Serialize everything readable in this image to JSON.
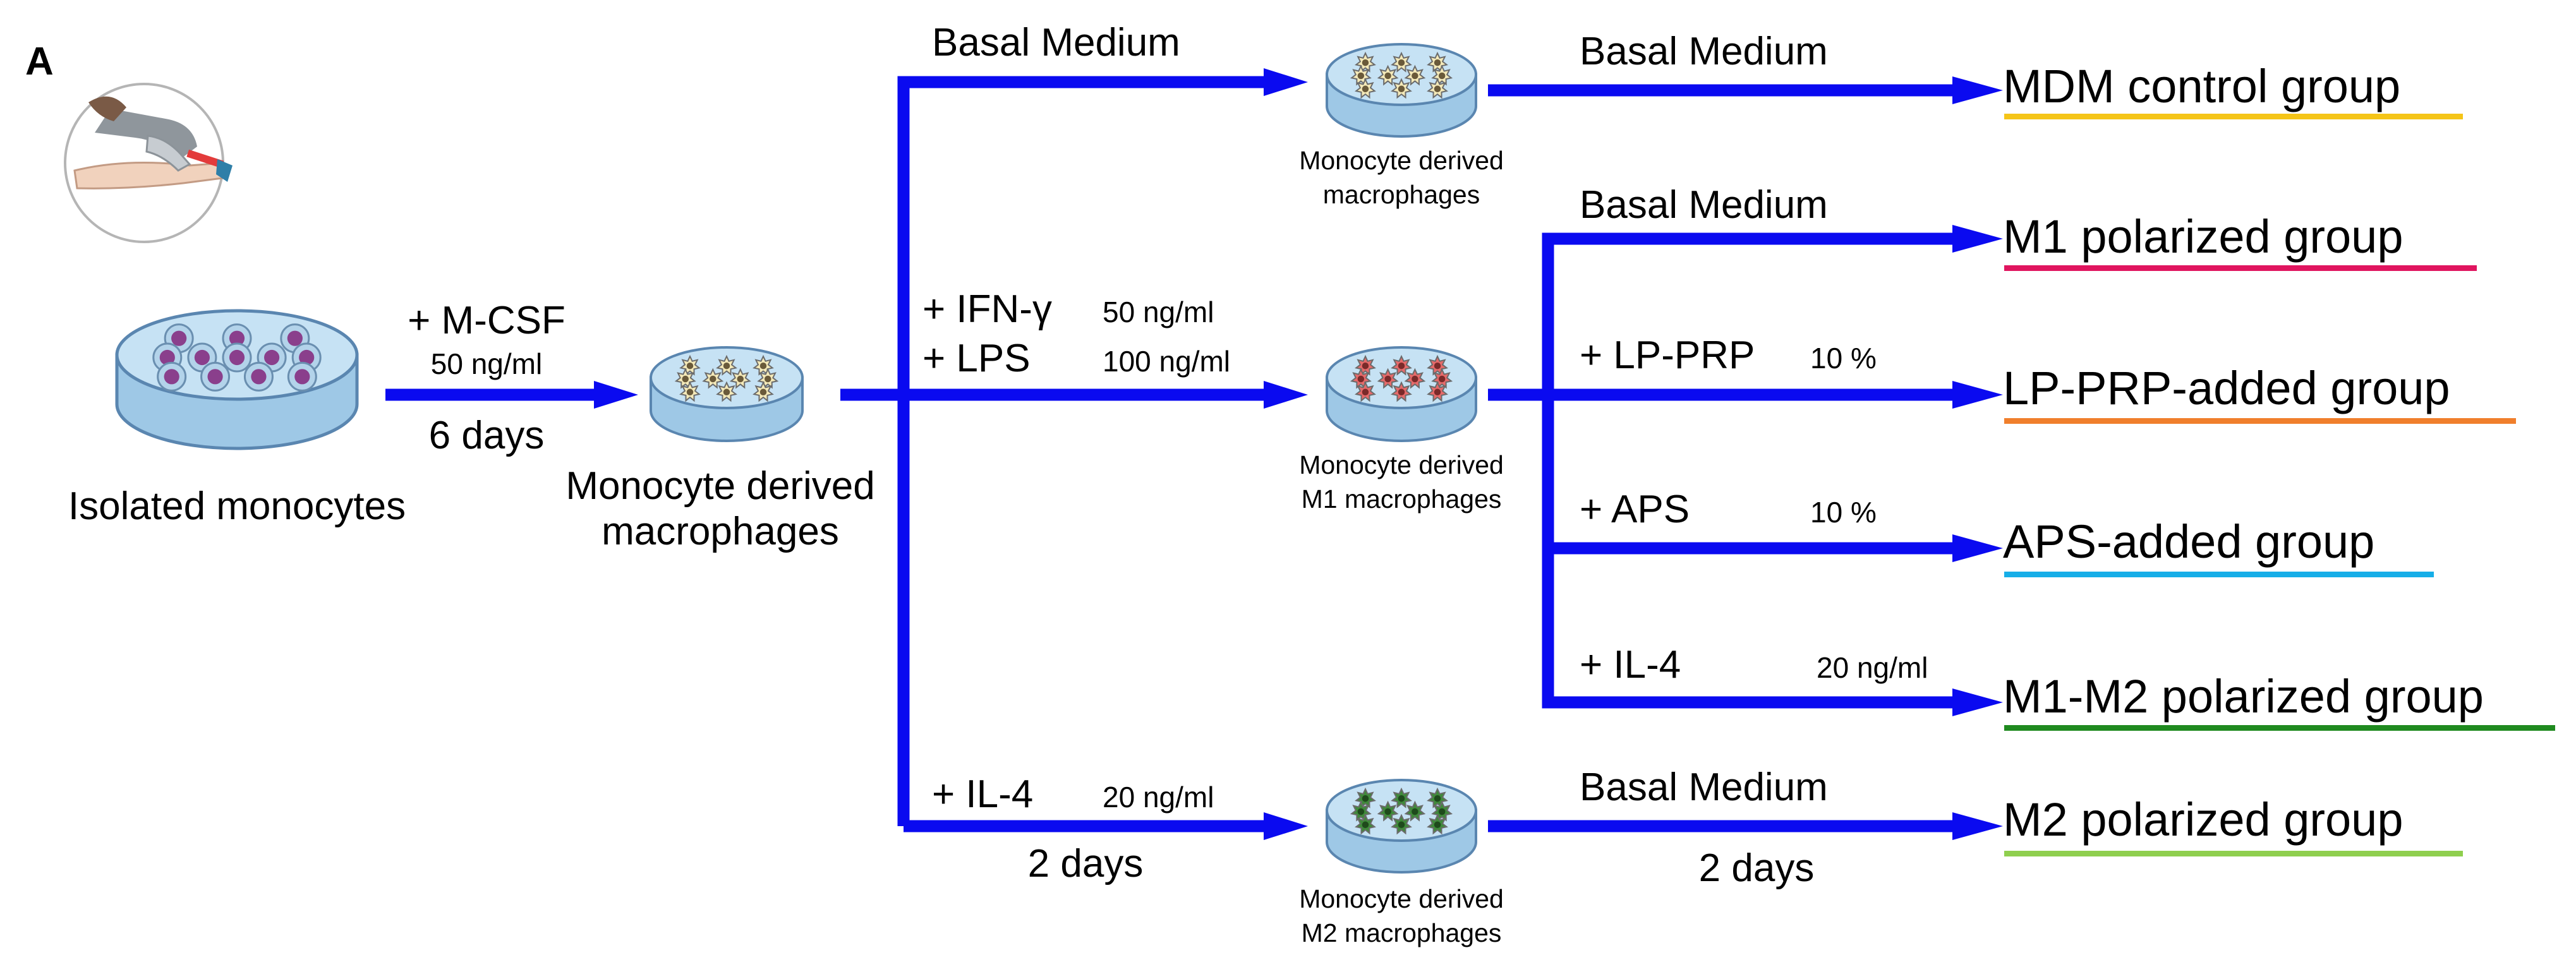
{
  "figure": {
    "panel_label": "A",
    "colors": {
      "arrow": "#0a0af0",
      "dish_fill": "#b8d8ee",
      "dish_rim": "#5a86b0",
      "monocyte_nucleus": "#8a3f8c",
      "macrophage_cell": "#f4e9b8",
      "m1_cell": "#e66a6a",
      "m2_cell": "#3f8a3a"
    },
    "icons": {
      "blood_draw": "blood-draw-illustration",
      "dish": "petri-dish-icon"
    },
    "stage1": {
      "label": "Isolated monocytes",
      "treatment": "+ M-CSF",
      "dose": "50 ng/ml",
      "duration": "6 days"
    },
    "stage2": {
      "label_line1": "Monocyte derived",
      "label_line2": "macrophages"
    },
    "branches": {
      "top": {
        "treatment": "Basal Medium"
      },
      "middle": {
        "treatment_line1": "+ IFN-γ",
        "dose_line1": "50 ng/ml",
        "treatment_line2": "+ LPS",
        "dose_line2": "100 ng/ml"
      },
      "bottom": {
        "treatment": "+ IL-4",
        "dose": "20 ng/ml",
        "duration": "2 days"
      }
    },
    "dishes": {
      "mdm": {
        "line1": "Monocyte derived",
        "line2": "macrophages"
      },
      "m1": {
        "line1": "Monocyte derived",
        "line2": "M1 macrophages"
      },
      "m2": {
        "line1": "Monocyte derived",
        "line2": "M2 macrophages"
      }
    },
    "final_treatments": {
      "mdm": {
        "treatment": "Basal Medium"
      },
      "m1": {
        "treatment": "Basal Medium"
      },
      "lp_prp": {
        "treatment": "+ LP-PRP",
        "dose": "10 %"
      },
      "aps": {
        "treatment": "+ APS",
        "dose": "10 %"
      },
      "il4": {
        "treatment": "+ IL-4",
        "dose": "20 ng/ml"
      },
      "m2": {
        "treatment": "Basal Medium",
        "duration": "2 days"
      }
    },
    "groups": [
      {
        "id": "mdm",
        "label": "MDM control group",
        "color": "#f5c518"
      },
      {
        "id": "m1",
        "label": "M1 polarized  group",
        "color": "#e0155f"
      },
      {
        "id": "lp_prp",
        "label": "LP-PRP-added group",
        "color": "#f07f2c"
      },
      {
        "id": "aps",
        "label": "APS-added group",
        "color": "#16aee8"
      },
      {
        "id": "m1m2",
        "label": "M1-M2 polarized group",
        "color": "#1f8a1f"
      },
      {
        "id": "m2",
        "label": "M2 polarized group",
        "color": "#8fcf4e"
      }
    ]
  }
}
